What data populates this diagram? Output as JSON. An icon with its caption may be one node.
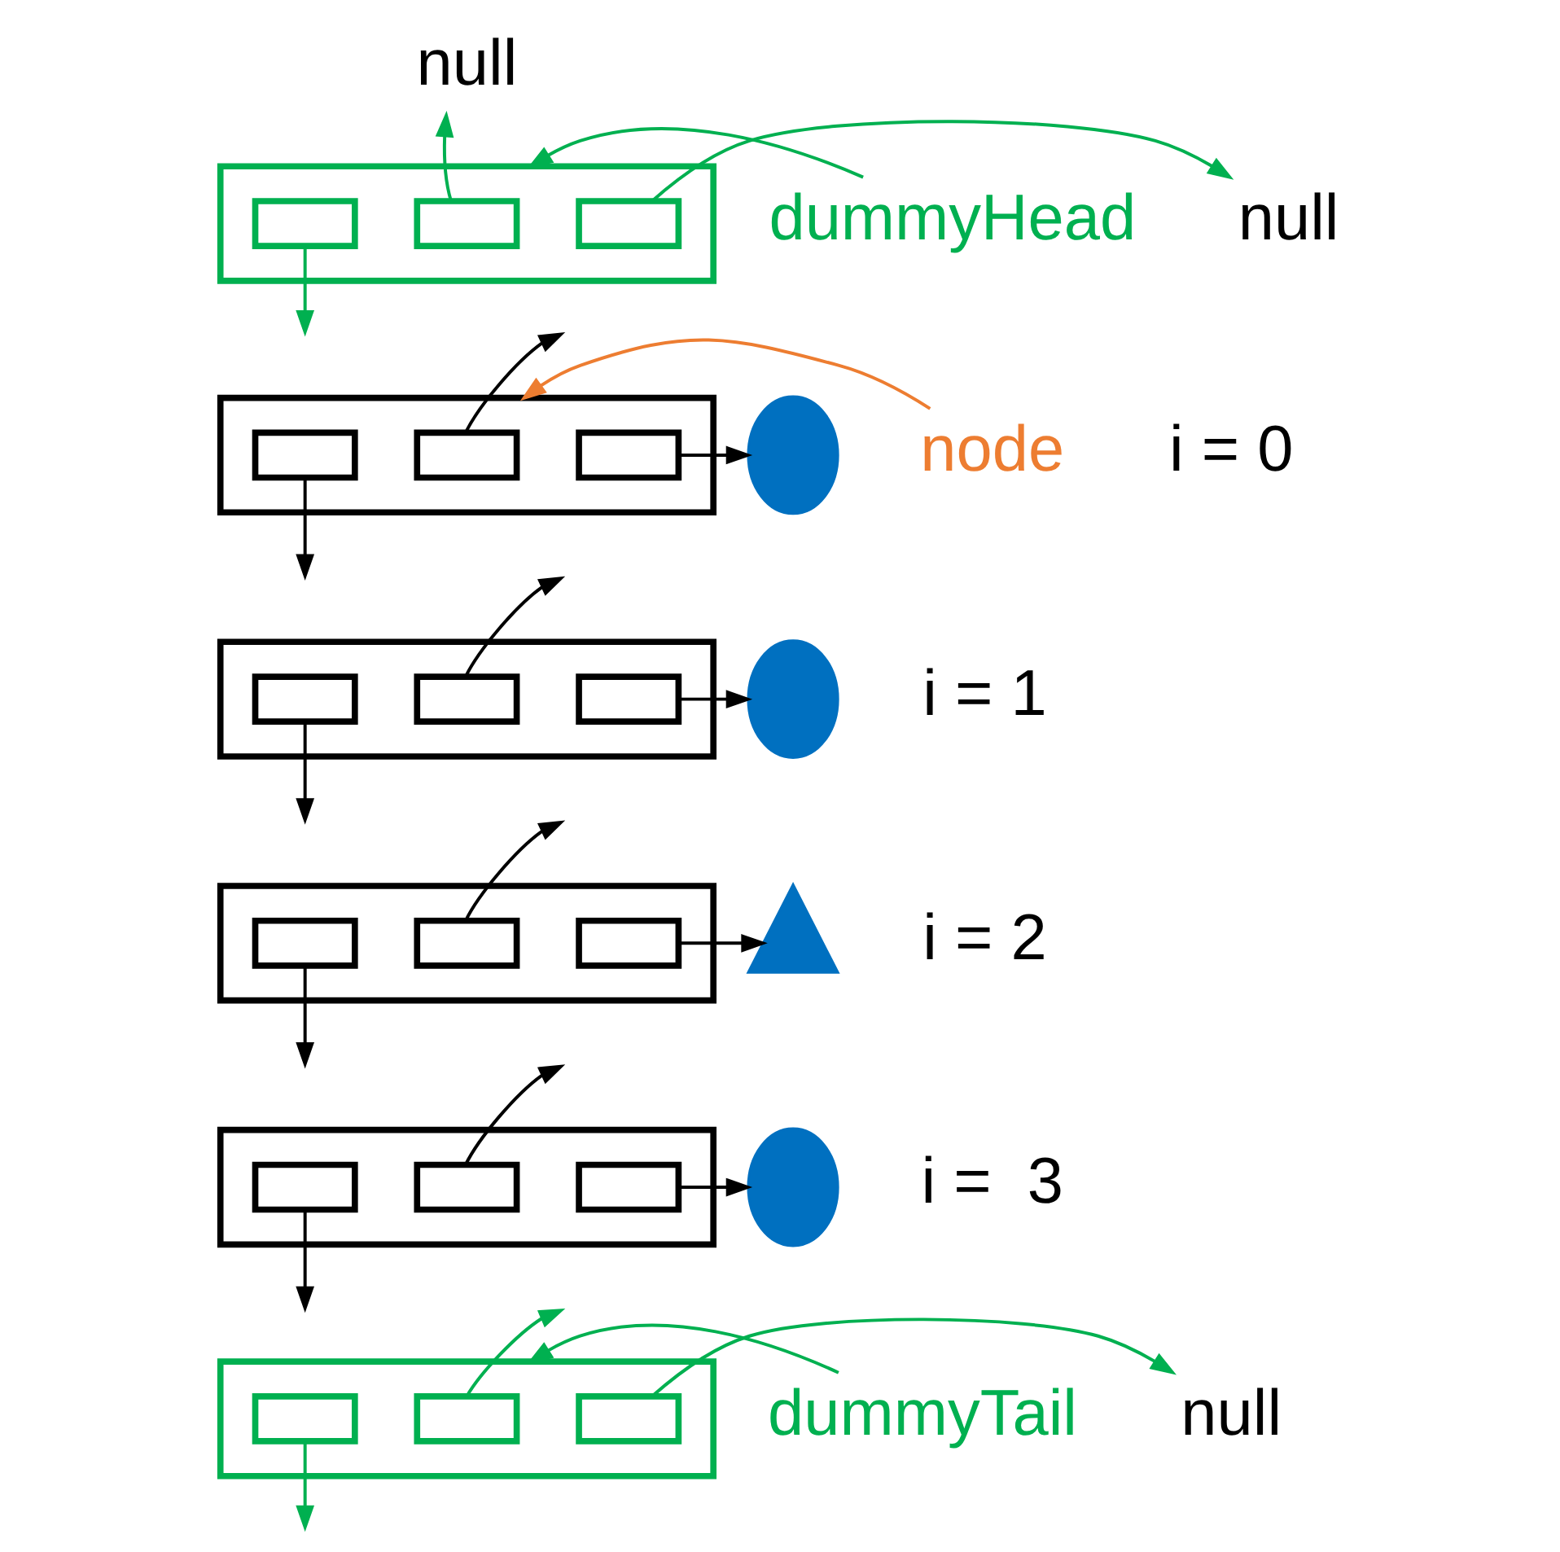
{
  "diagram": {
    "nodes": [
      {
        "text": [
          "null"
        ]
      },
      {
        "text": [
          "dummyHead"
        ]
      },
      {
        "text": [],
        "shape": "box"
      },
      {
        "text": [],
        "shape": "box",
        "in": 2
      },
      {
        "text": [],
        "shape": "box",
        "in": 2
      },
      {
        "text": [],
        "shape": "box",
        "in": 2
      },
      {
        "text": [
          "null"
        ]
      },
      {
        "text": [],
        "shape": "box"
      },
      {
        "text": [],
        "shape": "box",
        "in": 7
      },
      {
        "text": [],
        "shape": "box",
        "in": 7
      },
      {
        "text": [],
        "shape": "box",
        "in": 7
      },
      {
        "text": [],
        "shape": "ellipse"
      },
      {
        "text": [
          "node"
        ]
      },
      {
        "text": [],
        "shape": "box"
      },
      {
        "text": [],
        "shape": "box",
        "in": 13
      },
      {
        "text": [],
        "shape": "box",
        "in": 13
      },
      {
        "text": [],
        "shape": "box",
        "in": 13
      },
      {
        "text": [],
        "shape": "ellipse"
      },
      {
        "text": [],
        "shape": "box"
      },
      {
        "text": [],
        "shape": "box",
        "in": 18
      },
      {
        "text": [],
        "shape": "box",
        "in": 18
      },
      {
        "text": [],
        "shape": "box",
        "in": 18
      },
      {
        "text": [],
        "shape": "triangle"
      },
      {
        "text": [],
        "shape": "box"
      },
      {
        "text": [],
        "shape": "box",
        "in": 23
      },
      {
        "text": [],
        "shape": "box",
        "in": 23
      },
      {
        "text": [],
        "shape": "box",
        "in": 23
      },
      {
        "text": [],
        "shape": "ellipse"
      },
      {
        "text": [
          "dummyTail"
        ]
      },
      {
        "text": [],
        "shape": "box"
      },
      {
        "text": [],
        "shape": "box",
        "in": 29
      },
      {
        "text": [],
        "shape": "box",
        "in": 29
      },
      {
        "text": [],
        "shape": "box",
        "in": 29
      },
      {
        "text": [
          "null"
        ]
      }
    ],
    "edges": [
      {
        "from": 1,
        "to": 2,
        "arrow": "to",
        "color": "#00b050"
      },
      {
        "from": 3,
        "to": null,
        "arrow": "to",
        "color": "#00b050"
      },
      {
        "from": 4,
        "to": 0,
        "arrow": "to",
        "color": "#00b050"
      },
      {
        "from": 5,
        "to": 6,
        "arrow": "to",
        "color": "#00b050"
      },
      {
        "from": 8,
        "to": null,
        "arrow": "to"
      },
      {
        "from": 9,
        "to": null,
        "arrow": "to"
      },
      {
        "from": 10,
        "to": 11,
        "arrow": "to"
      },
      {
        "from": 12,
        "to": 7,
        "arrow": "to",
        "color": "#ed7d31"
      },
      {
        "from": 14,
        "to": null,
        "arrow": "to"
      },
      {
        "from": 15,
        "to": null,
        "arrow": "to"
      },
      {
        "from": 16,
        "to": 17,
        "arrow": "to"
      },
      {
        "from": 19,
        "to": null,
        "arrow": "to"
      },
      {
        "from": 20,
        "to": null,
        "arrow": "to"
      },
      {
        "from": 21,
        "to": 22,
        "arrow": "to"
      },
      {
        "from": 24,
        "to": null,
        "arrow": "to"
      },
      {
        "from": 25,
        "to": null,
        "arrow": "to"
      },
      {
        "from": 26,
        "to": 27,
        "arrow": "to"
      },
      {
        "from": 28,
        "to": 29,
        "arrow": "to",
        "color": "#00b050"
      },
      {
        "from": 30,
        "to": null,
        "arrow": "to",
        "color": "#00b050"
      },
      {
        "from": 31,
        "to": null,
        "arrow": "to",
        "color": "#00b050"
      },
      {
        "from": 32,
        "to": 33,
        "arrow": "to",
        "color": "#00b050"
      }
    ],
    "labels": [
      "i = 0",
      "i = 1",
      "i = 2",
      "i =  3"
    ]
  }
}
